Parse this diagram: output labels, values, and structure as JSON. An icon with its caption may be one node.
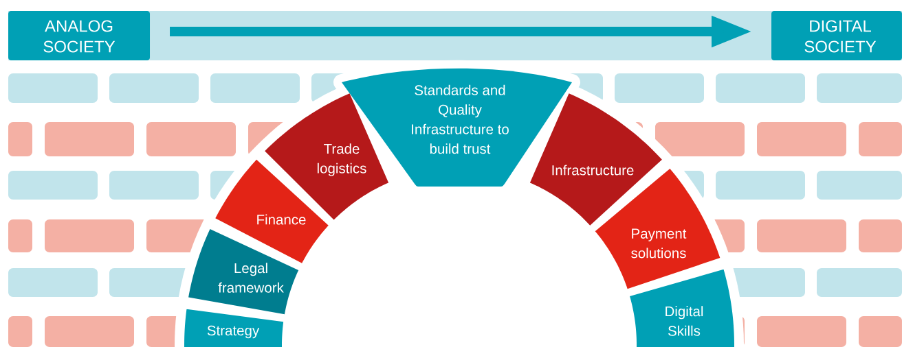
{
  "diagram": {
    "nodes": [
      {
        "text": [
          "ANALOG SOCIETY"
        ]
      },
      {
        "text": [
          "DIGITAL SOCIETY"
        ]
      },
      {
        "text": [
          "Standards and Quality Infrastructure to build trust"
        ]
      },
      {
        "text": [
          "Trade logistics"
        ]
      },
      {
        "text": [
          "Infrastructure"
        ]
      },
      {
        "text": [
          "Finance"
        ]
      },
      {
        "text": [
          "Payment solutions"
        ]
      },
      {
        "text": [
          "Legal framework"
        ]
      },
      {
        "text": [
          "Digital Skills"
        ]
      },
      {
        "text": [
          "Strategy"
        ]
      }
    ],
    "edges": [
      {
        "from": 0,
        "to": 1,
        "arrow": "to"
      }
    ]
  }
}
